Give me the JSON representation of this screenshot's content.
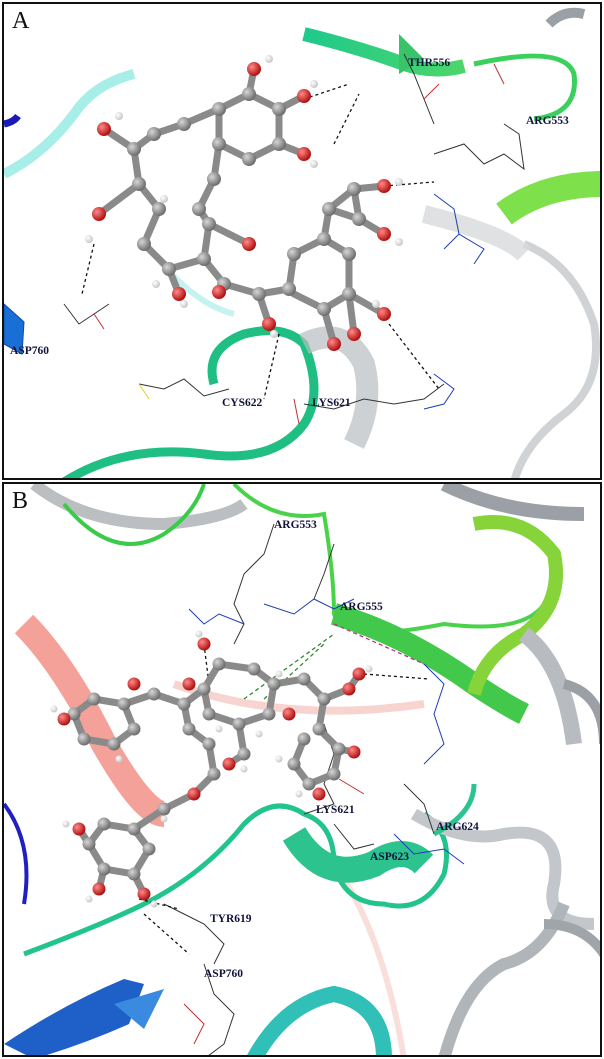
{
  "panels": [
    {
      "label": "A",
      "residues": [
        "THR556",
        "ARG553",
        "ASP760",
        "CYS622",
        "LYS621"
      ]
    },
    {
      "label": "B",
      "residues": [
        "ARG553",
        "ARG555",
        "LYS621",
        "ARG624",
        "ASP623",
        "TYR619",
        "ASP760"
      ]
    }
  ],
  "colors": {
    "ligand_carbon": "#8a8a8a",
    "ligand_oxygen": "#d62020",
    "ligand_hydrogen": "#f2f2f2",
    "residue_label": "#12123c",
    "hbond": "#111111",
    "pi_interaction": "#2e8b2e",
    "salt_bridge": "#c0308a"
  }
}
